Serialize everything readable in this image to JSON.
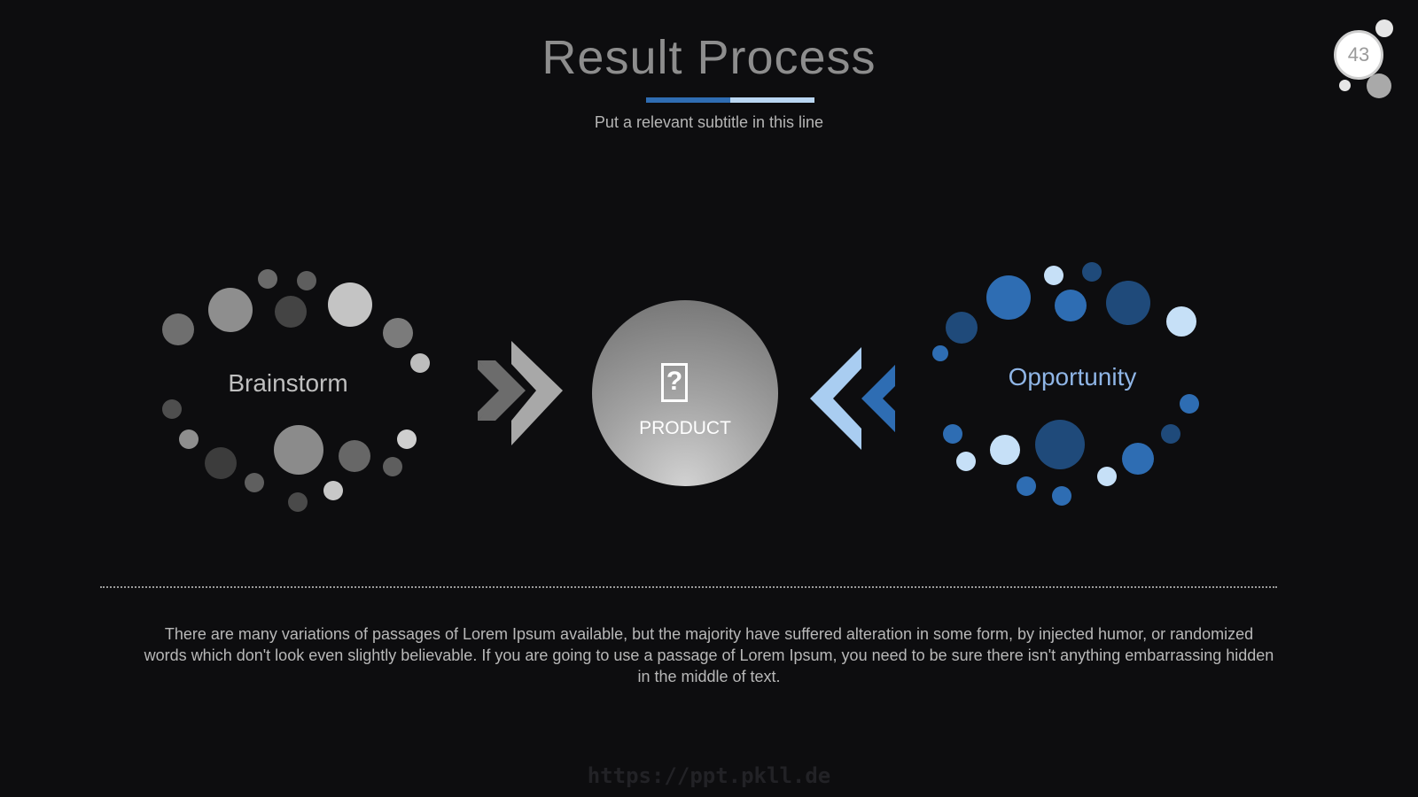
{
  "slide": {
    "title": "Result Process",
    "subtitle": "Put a relevant subtitle in this line",
    "page_number": "43"
  },
  "colors": {
    "background": "#0d0d0f",
    "accent_blue": "#2f6db3",
    "light_blue": "#b9d6f2",
    "gray": "#8d8d8d"
  },
  "diagram": {
    "left_label": "Brainstorm",
    "center_label": "PRODUCT",
    "center_icon": "question-document-icon",
    "right_label": "Opportunity"
  },
  "body_text": "There are many variations of passages of Lorem Ipsum available, but the majority have suffered alteration in some form, by injected humor, or randomized words which don't look even slightly believable. If you are going to use a passage of Lorem Ipsum, you need to be sure there isn't anything embarrassing hidden in the middle of text.",
  "watermark": "https://ppt.pkll.de"
}
